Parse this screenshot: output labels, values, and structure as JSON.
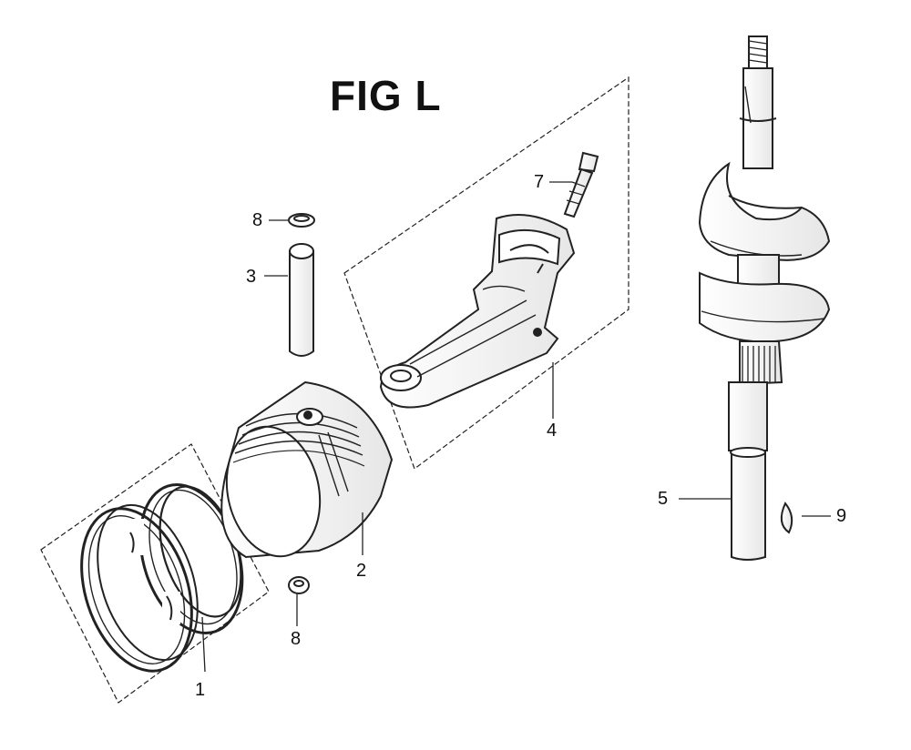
{
  "figure": {
    "title": "FIG L",
    "callouts": [
      {
        "id": "c1",
        "label": "1"
      },
      {
        "id": "c2",
        "label": "2"
      },
      {
        "id": "c3",
        "label": "3"
      },
      {
        "id": "c4",
        "label": "4"
      },
      {
        "id": "c5",
        "label": "5"
      },
      {
        "id": "c7",
        "label": "7"
      },
      {
        "id": "c8a",
        "label": "8"
      },
      {
        "id": "c8b",
        "label": "8"
      },
      {
        "id": "c9",
        "label": "9"
      }
    ]
  }
}
